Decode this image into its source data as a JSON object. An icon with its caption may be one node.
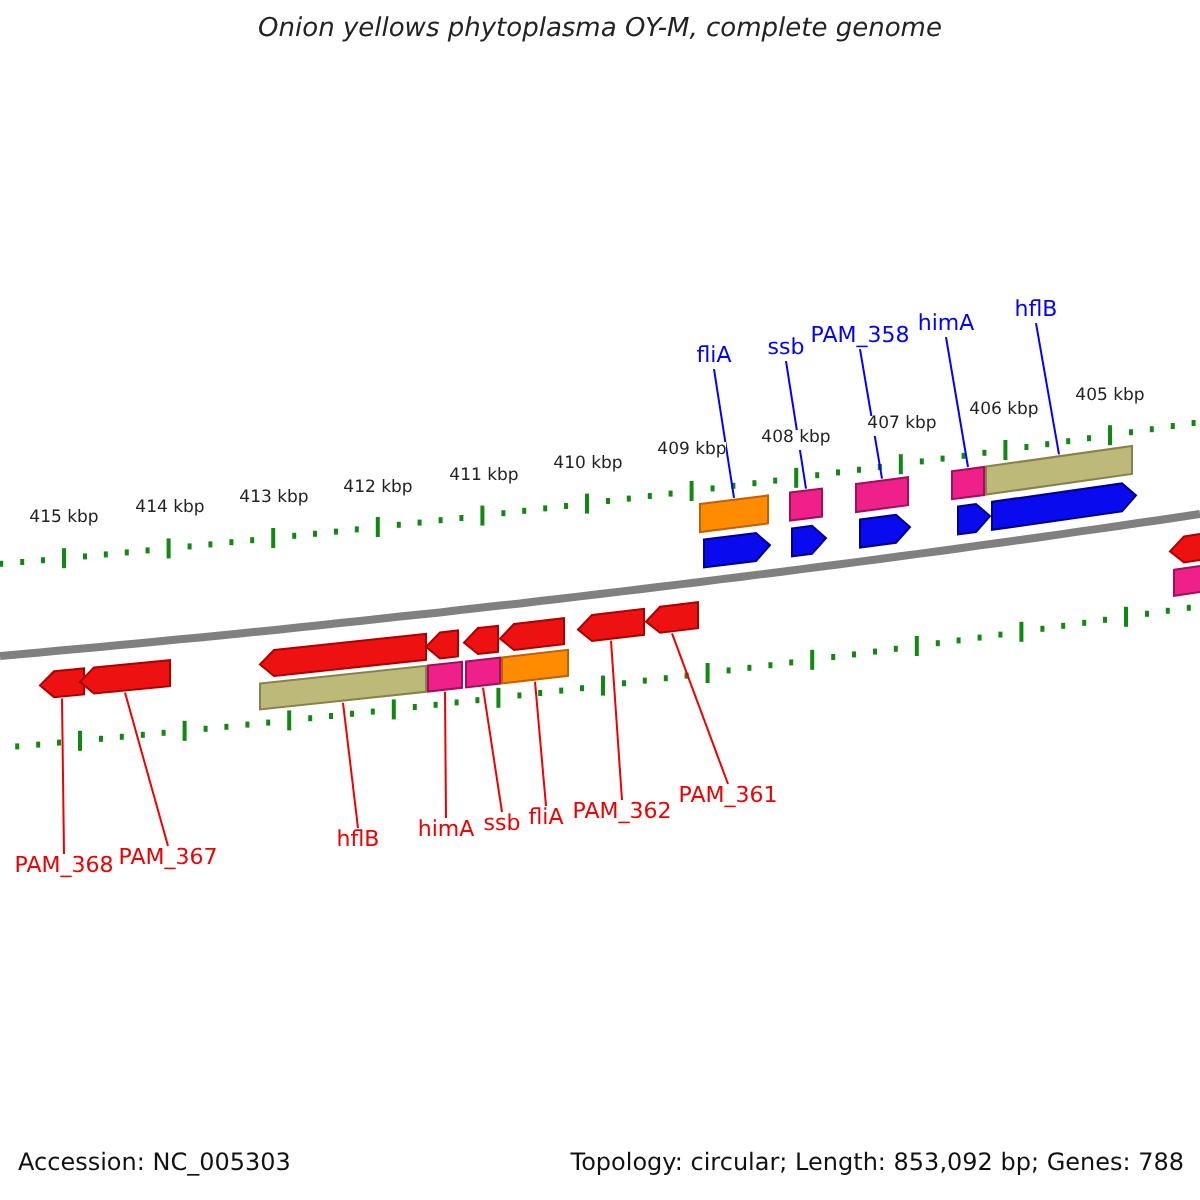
{
  "diagram": {
    "title": "Onion yellows phytoplasma OY-M, complete genome",
    "nodes": [
      {
        "text": [
          "fliA"
        ]
      },
      {
        "text": [
          "ssb"
        ]
      },
      {
        "text": [
          "PAM_358"
        ]
      },
      {
        "text": [
          "himA"
        ]
      },
      {
        "text": [
          "hflB"
        ]
      },
      {
        "text": [
          "PAM_368"
        ]
      },
      {
        "text": [
          "PAM_367"
        ]
      },
      {
        "text": [
          "hflB"
        ]
      },
      {
        "text": [
          "himA"
        ]
      },
      {
        "text": [
          "ssb"
        ]
      },
      {
        "text": [
          "fliA"
        ]
      },
      {
        "text": [
          "PAM_362"
        ]
      },
      {
        "text": [
          "PAM_361"
        ]
      },
      {
        "text": [],
        "shape": "bar"
      },
      {
        "text": [],
        "shape": "bar"
      },
      {
        "text": [],
        "shape": "bar"
      },
      {
        "text": [],
        "shape": "bar"
      },
      {
        "text": [],
        "shape": "bar"
      },
      {
        "text": [],
        "shape": "arrow"
      },
      {
        "text": [],
        "shape": "arrow"
      },
      {
        "text": [],
        "shape": "bar"
      },
      {
        "text": [],
        "shape": "bar"
      },
      {
        "text": [],
        "shape": "bar"
      },
      {
        "text": [],
        "shape": "bar"
      },
      {
        "text": [],
        "shape": "arrow"
      },
      {
        "text": [],
        "shape": "arrow"
      },
      {
        "text": [],
        "shape": "arrow"
      },
      {
        "text": [],
        "shape": "arrow"
      },
      {
        "text": [],
        "shape": "arrow"
      },
      {
        "text": [],
        "shape": "arrow"
      },
      {
        "text": [],
        "shape": "arrow"
      },
      {
        "text": [],
        "shape": "arrow"
      },
      {
        "text": [],
        "shape": "arrow"
      },
      {
        "text": [],
        "shape": "arrow"
      },
      {
        "text": [],
        "shape": "arrow"
      },
      {
        "text": [],
        "shape": "arrow"
      },
      {
        "text": [],
        "shape": "bar"
      }
    ],
    "edges": [
      {
        "from": 0,
        "to": 13,
        "arrow": "none",
        "color": "#0000ff"
      },
      {
        "from": 1,
        "to": 14,
        "arrow": "none",
        "color": "#0000ff"
      },
      {
        "from": 2,
        "to": 15,
        "arrow": "none",
        "color": "#0000ff"
      },
      {
        "from": 3,
        "to": 16,
        "arrow": "none",
        "color": "#0000ff"
      },
      {
        "from": 4,
        "to": 17,
        "arrow": "none",
        "color": "#0000ff"
      },
      {
        "from": 5,
        "to": 18,
        "arrow": "none"
      },
      {
        "from": 6,
        "to": 19,
        "arrow": "none"
      },
      {
        "from": 7,
        "to": 20,
        "arrow": "none"
      },
      {
        "from": 8,
        "to": 21,
        "arrow": "none"
      },
      {
        "from": 9,
        "to": 22,
        "arrow": "none"
      },
      {
        "from": 10,
        "to": 23,
        "arrow": "none"
      },
      {
        "from": 11,
        "to": 24,
        "arrow": "none"
      },
      {
        "from": 12,
        "to": 25,
        "arrow": "none"
      }
    ],
    "labels": [
      "415 kbp",
      "414 kbp",
      "413 kbp",
      "412 kbp",
      "411 kbp",
      "410 kbp",
      "409 kbp",
      "408 kbp",
      "407 kbp",
      "406 kbp",
      "405 kbp",
      "Accession: NC_005303",
      "Topology: circular; Length: 853,092 bp; Genes: 788"
    ]
  }
}
